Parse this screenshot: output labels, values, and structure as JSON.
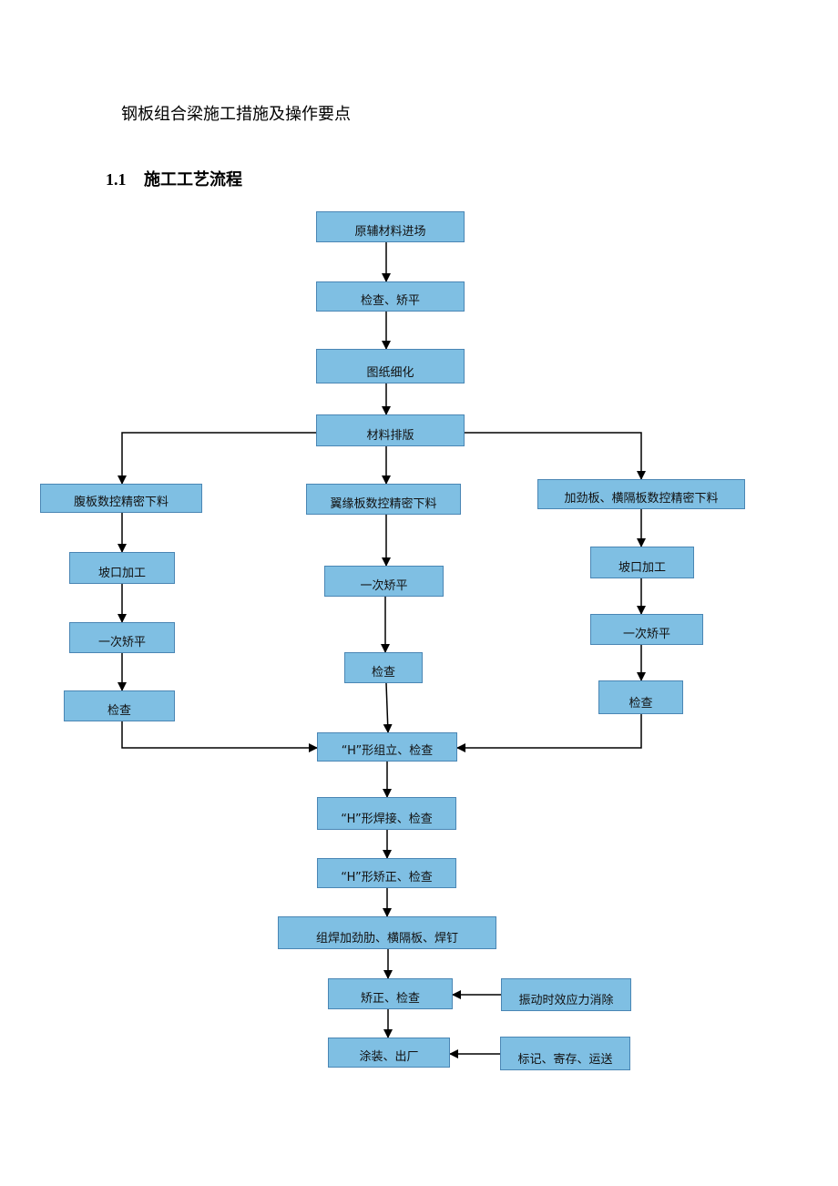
{
  "doc": {
    "title": "钢板组合梁施工措施及操作要点",
    "section_number": "1.1",
    "section_title": "施工工艺流程"
  },
  "flow": {
    "material_in": "原辅材料进场",
    "inspect_straighten": "检查、矫平",
    "drawing_detail": "图纸细化",
    "material_layout": "材料排版",
    "web_cut": "腹板数控精密下料",
    "web_bevel": "坡口加工",
    "web_straighten": "一次矫平",
    "web_inspect": "检查",
    "flange_cut": "翼缘板数控精密下料",
    "flange_straighten": "一次矫平",
    "flange_inspect": "检查",
    "stiff_cut": "加劲板、横隔板数控精密下料",
    "stiff_bevel": "坡口加工",
    "stiff_straighten": "一次矫平",
    "stiff_inspect": "检查",
    "h_assemble": "“H”形组立、检查",
    "h_weld": "“H”形焊接、检查",
    "h_correct": "“H”形矫正、检查",
    "stiffener_weld": "组焊加劲肋、横隔板、焊钉",
    "correct_inspect": "矫正、检查",
    "vibration": "振动时效应力消除",
    "ship_out": "涂装、出厂",
    "mark_store": "标记、寄存、运送"
  }
}
